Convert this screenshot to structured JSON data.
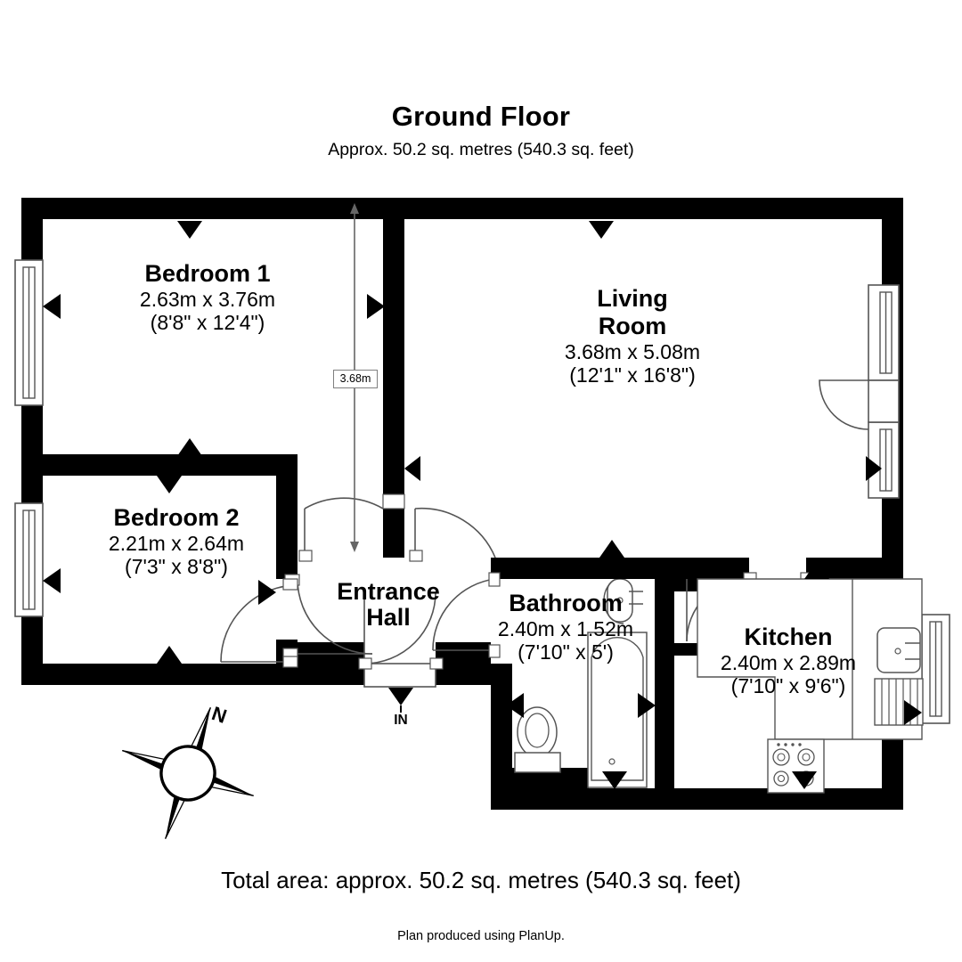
{
  "header": {
    "title": "Ground Floor",
    "subtitle": "Approx. 50.2 sq. metres (540.3 sq. feet)"
  },
  "footer": {
    "total_area": "Total area: approx. 50.2 sq. metres (540.3 sq. feet)",
    "credit": "Plan produced using PlanUp."
  },
  "rooms": [
    {
      "key": "bedroom1",
      "name": "Bedroom 1",
      "metric": "2.63m x 3.76m",
      "imperial": "(8'8\" x 12'4\")"
    },
    {
      "key": "bedroom2",
      "name": "Bedroom 2",
      "metric": "2.21m x 2.64m",
      "imperial": "(7'3\" x 8'8\")"
    },
    {
      "key": "livingroom",
      "name_line1": "Living",
      "name_line2": "Room",
      "metric": "3.68m x 5.08m",
      "imperial": "(12'1\" x 16'8\")"
    },
    {
      "key": "entrancehall",
      "name_line1": "Entrance",
      "name_line2": "Hall"
    },
    {
      "key": "bathroom",
      "name": "Bathroom",
      "metric": "2.40m x 1.52m",
      "imperial": "(7'10\" x 5')"
    },
    {
      "key": "kitchen",
      "name": "Kitchen",
      "metric": "2.40m x 2.89m",
      "imperial": "(7'10\" x 9'6\")"
    }
  ],
  "annotations": {
    "dimension_line_label": "3.68m",
    "entrance_marker": "IN",
    "compass_north": "N"
  },
  "colors": {
    "wall": "#000000",
    "background": "#ffffff",
    "fixture_stroke": "#555555",
    "dimension_stroke": "#666666"
  }
}
